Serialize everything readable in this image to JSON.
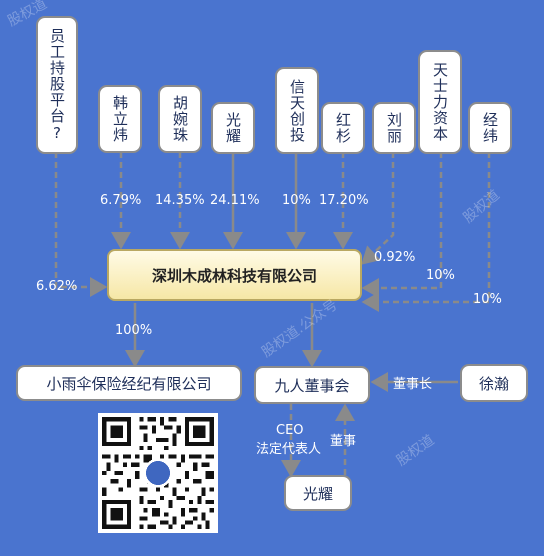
{
  "shareholders": [
    {
      "name": "员工持股平台?",
      "pct": "6.62%"
    },
    {
      "name": "韩立炜",
      "pct": "6.79%"
    },
    {
      "name": "胡婉珠",
      "pct": "14.35%"
    },
    {
      "name": "光耀",
      "pct": "24.11%"
    },
    {
      "name": "信天创投",
      "pct": "10%"
    },
    {
      "name": "红杉",
      "pct": "17.20%"
    },
    {
      "name": "刘丽",
      "pct": "0.92%"
    },
    {
      "name": "天士力资本",
      "pct": "10%"
    },
    {
      "name": "经纬",
      "pct": "10%"
    }
  ],
  "company": "深圳木成林科技有限公司",
  "subsidiary": {
    "name": "小雨伞保险经纪有限公司",
    "pct": "100%"
  },
  "board": "九人董事会",
  "chairman": {
    "name": "徐瀚",
    "role": "董事长"
  },
  "ceo": {
    "name": "光耀",
    "role1": "CEO",
    "role2": "法定代表人",
    "role3": "董事"
  },
  "watermarks": [
    "股权道",
    "股权道",
    "股权道.公众号",
    "股权道"
  ]
}
